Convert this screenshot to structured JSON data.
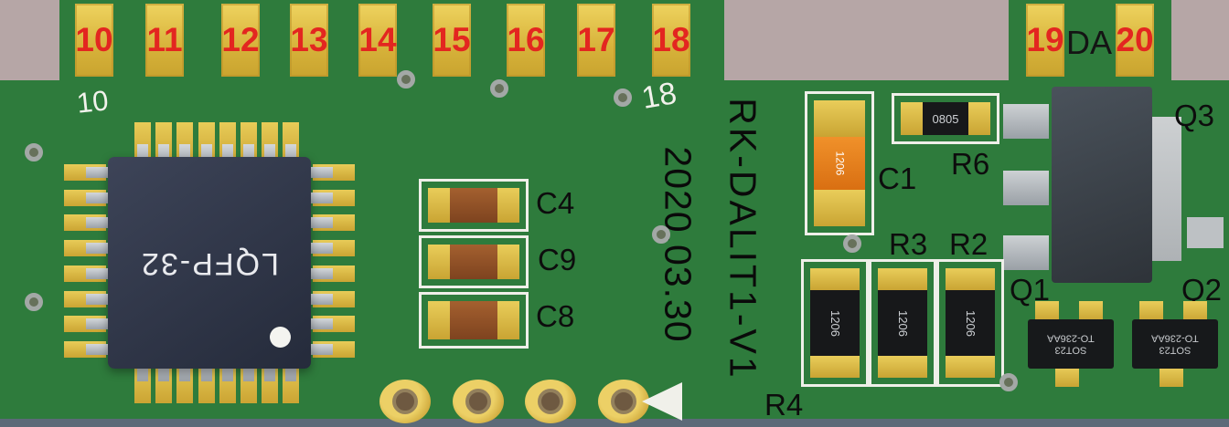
{
  "board": {
    "name_vertical": "RK-DALIT1-V1",
    "date_vertical": "2020.03.30",
    "silk_left": "10",
    "silk_right": "18"
  },
  "edge_pads": {
    "main": [
      "10",
      "11",
      "12",
      "13",
      "14",
      "15",
      "16",
      "17",
      "18"
    ],
    "aux": [
      "19",
      "20"
    ],
    "aux_center_label": "DA"
  },
  "chip": {
    "label": "LQFP-32"
  },
  "components": {
    "c4": "C4",
    "c9": "C9",
    "c8": "C8",
    "c1": "C1",
    "c1_body_code": "1206",
    "r6": "R6",
    "r6_body_code": "0805",
    "r3": "R3",
    "r2": "R2",
    "r4": "R4",
    "r_body_code": "1206",
    "q1": "Q1",
    "q2": "Q2",
    "q3": "Q3",
    "sot_package_line1": "SOT23",
    "sot_package_line2": "TO-236AA"
  },
  "colors": {
    "background_mauve": "#b6a6a6",
    "board_green": "#2e7b3c",
    "pad_gold": "#dcb93f",
    "pad_number_red": "#e32620",
    "silkscreen_white": "#f2f2ec"
  }
}
